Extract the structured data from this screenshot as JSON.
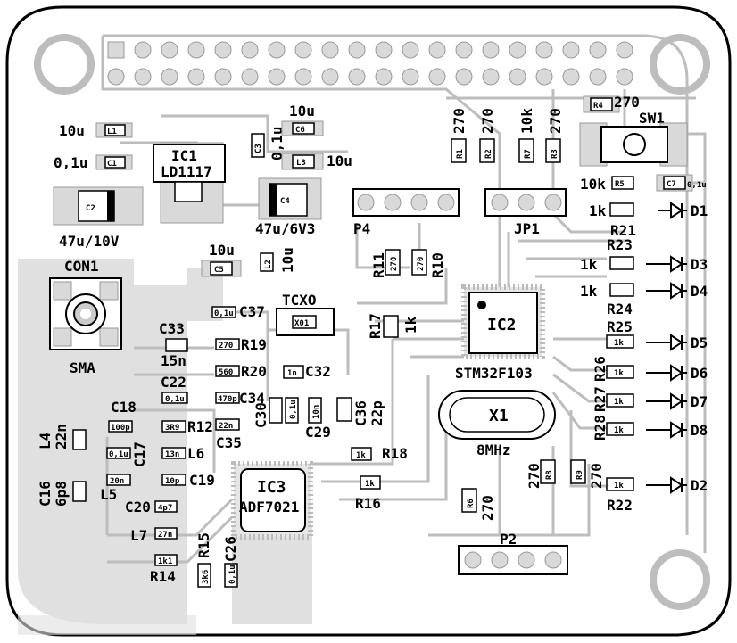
{
  "labels": {
    "l1_val": "10u",
    "l1": "L1",
    "c1_val": "0,1u",
    "c1": "C1",
    "c2": "C2",
    "c2_val": "47u/10V",
    "ic1": "IC1",
    "ic1_part": "LD1117",
    "c3": "C3",
    "c3_val": "0,1u",
    "c6_val": "10u",
    "c6": "C6",
    "l3": "L3",
    "l3_val": "10u",
    "c4": "C4",
    "c4_val": "47u/6V3",
    "r1_val": "270",
    "r1": "R1",
    "r2_val": "270",
    "r2": "R2",
    "r7_val": "10k",
    "r7": "R7",
    "r3_val": "270",
    "r3": "R3",
    "r4": "R4",
    "r4_val": "270",
    "sw1": "SW1",
    "r5_val": "10k",
    "r5": "R5",
    "c7": "C7",
    "c7_val": "0,1u",
    "p4": "P4",
    "jp1": "JP1",
    "r11": "R11",
    "r11_val": "270",
    "r10_val": "270",
    "r10": "R10",
    "c5_val": "10u",
    "c5": "C5",
    "l2": "L2",
    "l2_val": "10u",
    "con1": "CON1",
    "sma": "SMA",
    "c37_val": "0,1u",
    "c37": "C37",
    "tcxo": "TCXO",
    "x01": "X01",
    "c33": "C33",
    "c33_val": "15n",
    "r19_val": "270",
    "r19": "R19",
    "r20_val": "560",
    "r20": "R20",
    "c32_val": "1n",
    "c32": "C32",
    "c22": "C22",
    "c22_val": "0,1u",
    "c34_val": "470p",
    "c34": "C34",
    "c18": "C18",
    "c18_val": "100p",
    "r12_val": "3R9",
    "r12": "R12",
    "c35_val": "22n",
    "c35": "C35",
    "c30": "C30",
    "c30_val": "0,1u",
    "c29_val": "10n",
    "c29": "C29",
    "c36": "C36",
    "c36_val": "22p",
    "l4": "L4",
    "l4_val": "22n",
    "c17_val": "0,1u",
    "c17": "C17",
    "l6_val": "13n",
    "l6": "L6",
    "c16": "C16",
    "c16_val": "6p8",
    "l5_val": "20n",
    "l5": "L5",
    "c19_val": "10p",
    "c19": "C19",
    "c20": "C20",
    "c20_val": "4p7",
    "l7": "L7",
    "l7_val": "27n",
    "r14_val": "1k1",
    "r14": "R14",
    "r15": "R15",
    "r15_val": "3k6",
    "c26": "C26",
    "c26_val": "0,1u",
    "ic3": "IC3",
    "ic3_part": "ADF7021",
    "r18_val": "1k",
    "r18": "R18",
    "r16_val": "1k",
    "r16": "R16",
    "r17": "R17",
    "r17_val": "1k",
    "ic2": "IC2",
    "ic2_part": "STM32F103",
    "x1": "X1",
    "x1_val": "8MHz",
    "r6": "R6",
    "r6_val": "270",
    "r8_val": "270",
    "r8": "R8",
    "r9": "R9",
    "r9_val": "270",
    "p2": "P2",
    "r21_val": "1k",
    "r21": "R21",
    "d1": "D1",
    "r23": "R23",
    "r23_val": "1k",
    "d3": "D3",
    "r24_val": "1k",
    "r24": "R24",
    "d4": "D4",
    "r25": "R25",
    "r25_val": "1k",
    "d5": "D5",
    "r26": "R26",
    "r26_val": "1k",
    "d6": "D6",
    "r27": "R27",
    "r27_val": "1k",
    "d7": "D7",
    "r28": "R28",
    "r28_val": "1k",
    "d8": "D8",
    "r22_val": "1k",
    "r22": "R22",
    "d2": "D2"
  }
}
